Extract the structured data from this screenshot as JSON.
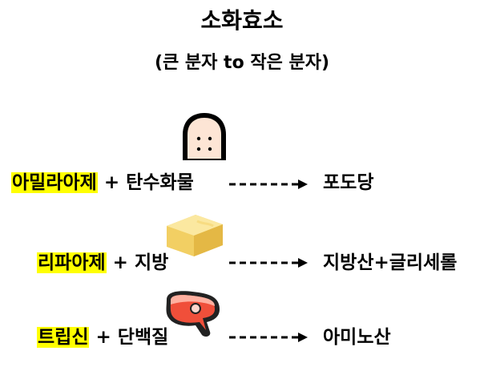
{
  "title": "소화효소",
  "subtitle": "(큰 분자 to 작은 분자)",
  "rows": [
    {
      "enzyme": "아밀라아제",
      "plus": "+",
      "substrate": "탄수화물",
      "product": "포도당",
      "icon": "bread-icon"
    },
    {
      "enzyme": "리파아제",
      "plus": "+",
      "substrate": "지방",
      "product": "지방산+글리세롤",
      "icon": "butter-icon"
    },
    {
      "enzyme": "트립신",
      "plus": "+",
      "substrate": "단백질",
      "product": "아미노산",
      "icon": "meat-icon"
    }
  ],
  "colors": {
    "highlight": "#ffff00",
    "text": "#000000"
  }
}
